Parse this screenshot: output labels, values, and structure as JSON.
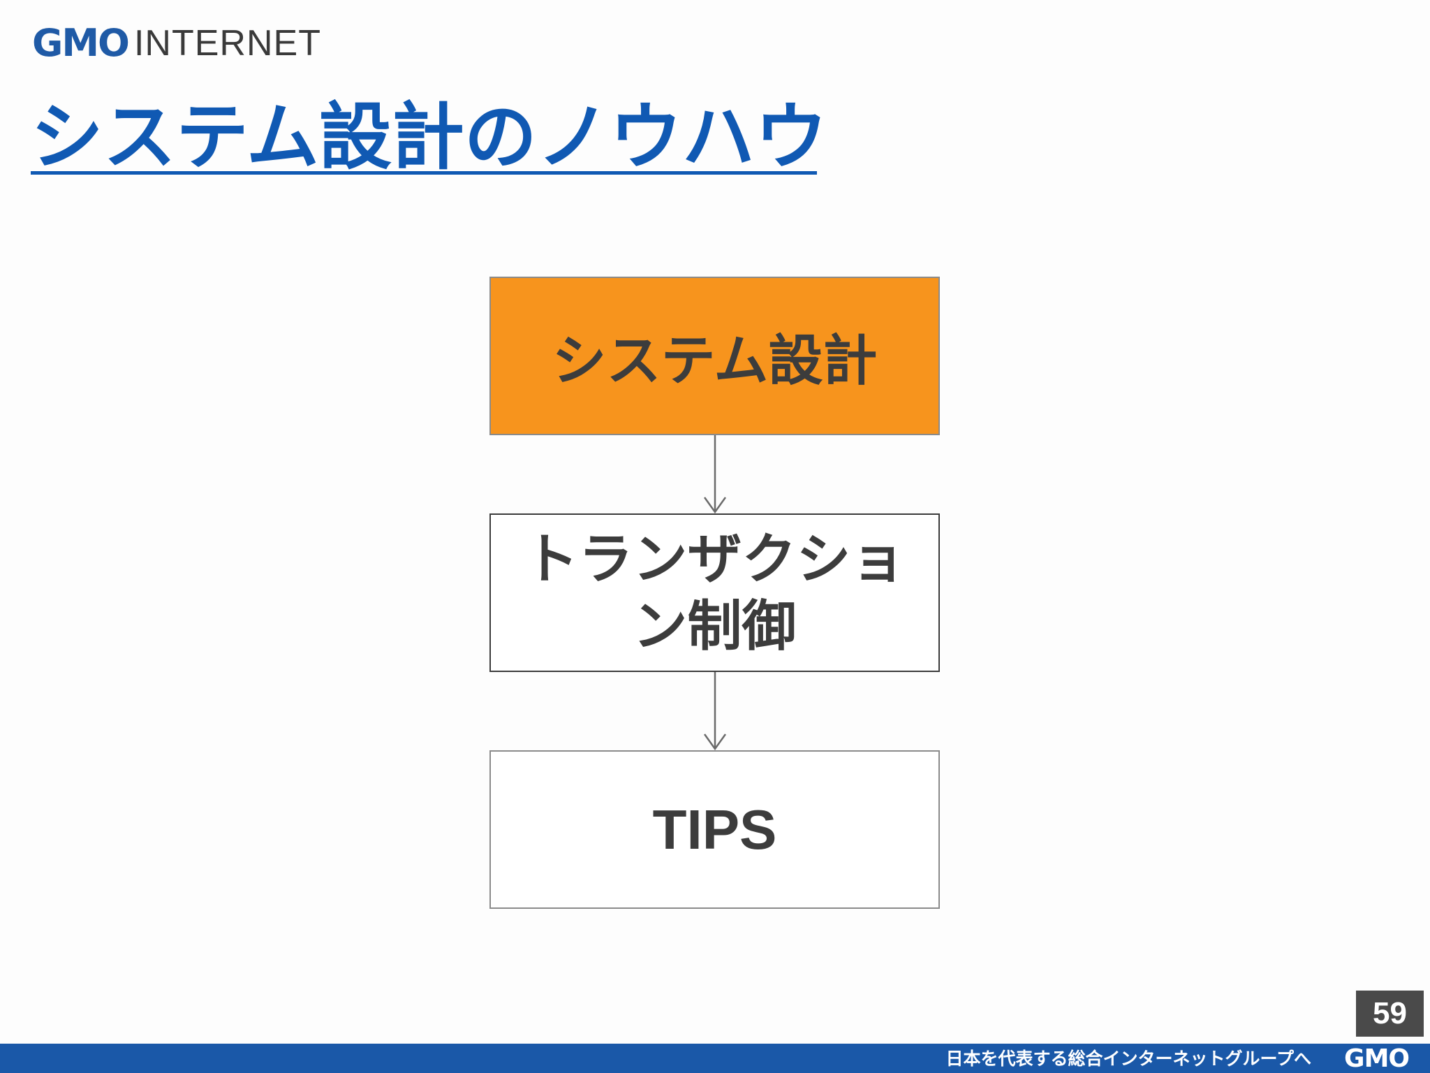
{
  "header": {
    "logo_gmo": "GMO",
    "logo_internet": "INTERNET"
  },
  "slide": {
    "title": "システム設計のノウハウ",
    "page_number": "59"
  },
  "diagram": {
    "nodes": [
      {
        "label": "システム設計",
        "fill": "#f7941d"
      },
      {
        "label": "トランザクション制御",
        "fill": "#ffffff"
      },
      {
        "label": "TIPS",
        "fill": "#ffffff"
      }
    ],
    "edges": [
      {
        "from": 0,
        "to": 1
      },
      {
        "from": 1,
        "to": 2
      }
    ]
  },
  "footer": {
    "tagline": "日本を代表する総合インターネットグループへ",
    "logo": "GMO",
    "bar_color": "#1a58a8"
  }
}
